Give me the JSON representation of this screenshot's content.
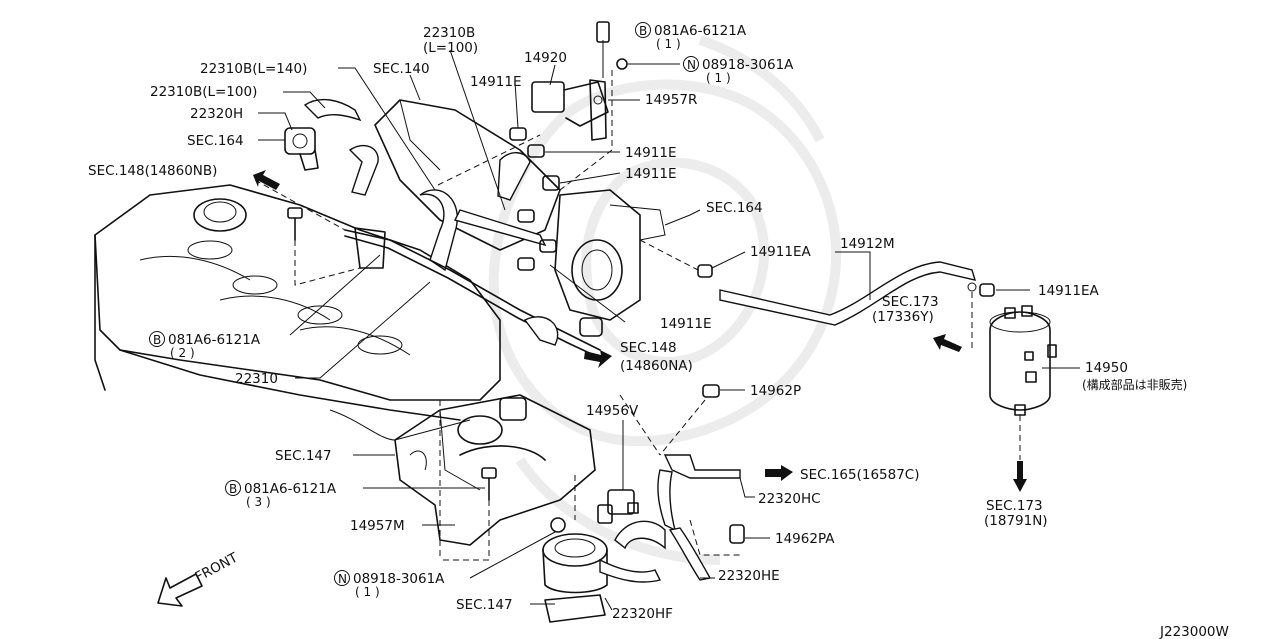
{
  "labels": {
    "p22310b_100_top": "22310B",
    "p22310b_100_top_l": "(L=100)",
    "p14920": "14920",
    "bolt_top": "081A6-6121A",
    "bolt_top_qty": "( 1 )",
    "nut_top": "08918-3061A",
    "nut_top_qty": "( 1 )",
    "p22310b_140": "22310B(L=140)",
    "sec140": "SEC.140",
    "p14911e_a": "14911E",
    "p22310b_100": "22310B(L=100)",
    "p14957r": "14957R",
    "p22320h": "22320H",
    "sec164_a": "SEC.164",
    "p14911e_b": "14911E",
    "p14911e_c": "14911E",
    "sec148_nb": "SEC.148(14860NB)",
    "sec164_b": "SEC.164",
    "p14911ea_a": "14911EA",
    "p14912m": "14912M",
    "p14911ea_b": "14911EA",
    "sec173_a": "SEC.173",
    "sec173_a_ref": "(17336Y)",
    "bolt_mid": "081A6-6121A",
    "bolt_mid_qty": "( 2 )",
    "p14911e_d": "14911E",
    "sec148_na": "SEC.148",
    "sec148_na_ref": "(14860NA)",
    "p14950": "14950",
    "p14950_note": "(構成部品は非販売)",
    "p22310": "22310",
    "p14962p": "14962P",
    "p14956v": "14956V",
    "sec147_a": "SEC.147",
    "sec165": "SEC.165(16587C)",
    "bolt_low": "081A6-6121A",
    "bolt_low_qty": "( 3 )",
    "p22320hc": "22320HC",
    "sec173_b": "SEC.173",
    "sec173_b_ref": "(18791N)",
    "p14957m": "14957M",
    "p14962pa": "14962PA",
    "front": "FRONT",
    "nut_low": "08918-3061A",
    "nut_low_qty": "( 1 )",
    "p22320he": "22320HE",
    "sec147_b": "SEC.147",
    "p22320hf": "22320HF",
    "diagram_code": "J223000W"
  },
  "markers": {
    "bolt": "B",
    "nut": "N"
  },
  "colors": {
    "line": "#111111",
    "background": "#ffffff",
    "watermark": "#ececec"
  }
}
